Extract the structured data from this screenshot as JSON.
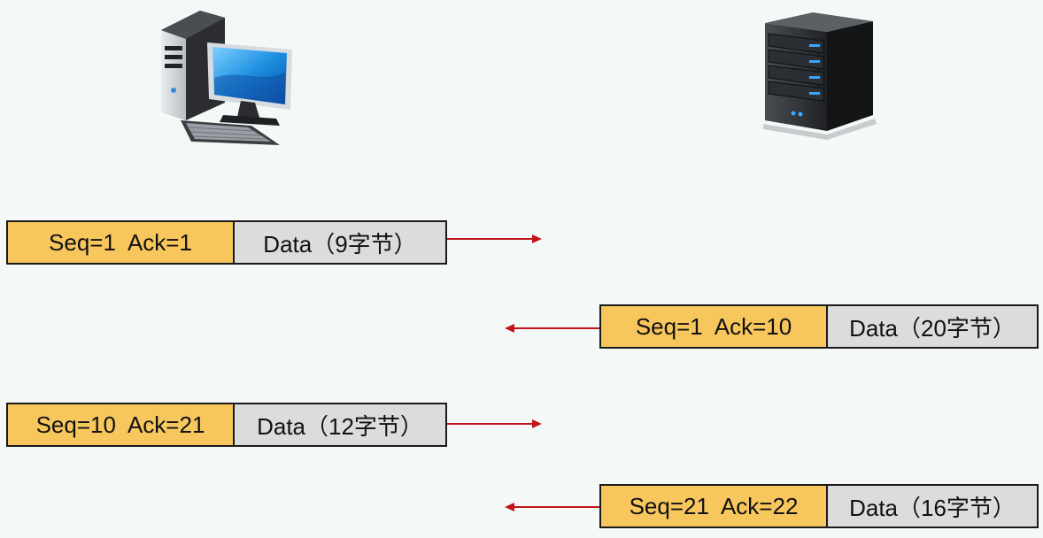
{
  "client": {
    "icon": "desktop-computer-icon"
  },
  "server": {
    "icon": "server-tower-icon"
  },
  "colors": {
    "header_fill": "#f7c75e",
    "data_fill": "#dcdcdc",
    "arrow": "#c0151b",
    "background": "#f4f9f7"
  },
  "segments": [
    {
      "direction": "client-to-server",
      "header": "Seq=1  Ack=1",
      "data": "Data（9字节）"
    },
    {
      "direction": "server-to-client",
      "header": "Seq=1  Ack=10",
      "data": "Data（20字节）"
    },
    {
      "direction": "client-to-server",
      "header": "Seq=10  Ack=21",
      "data": "Data（12字节）"
    },
    {
      "direction": "server-to-client",
      "header": "Seq=21  Ack=22",
      "data": "Data（16字节）"
    }
  ]
}
